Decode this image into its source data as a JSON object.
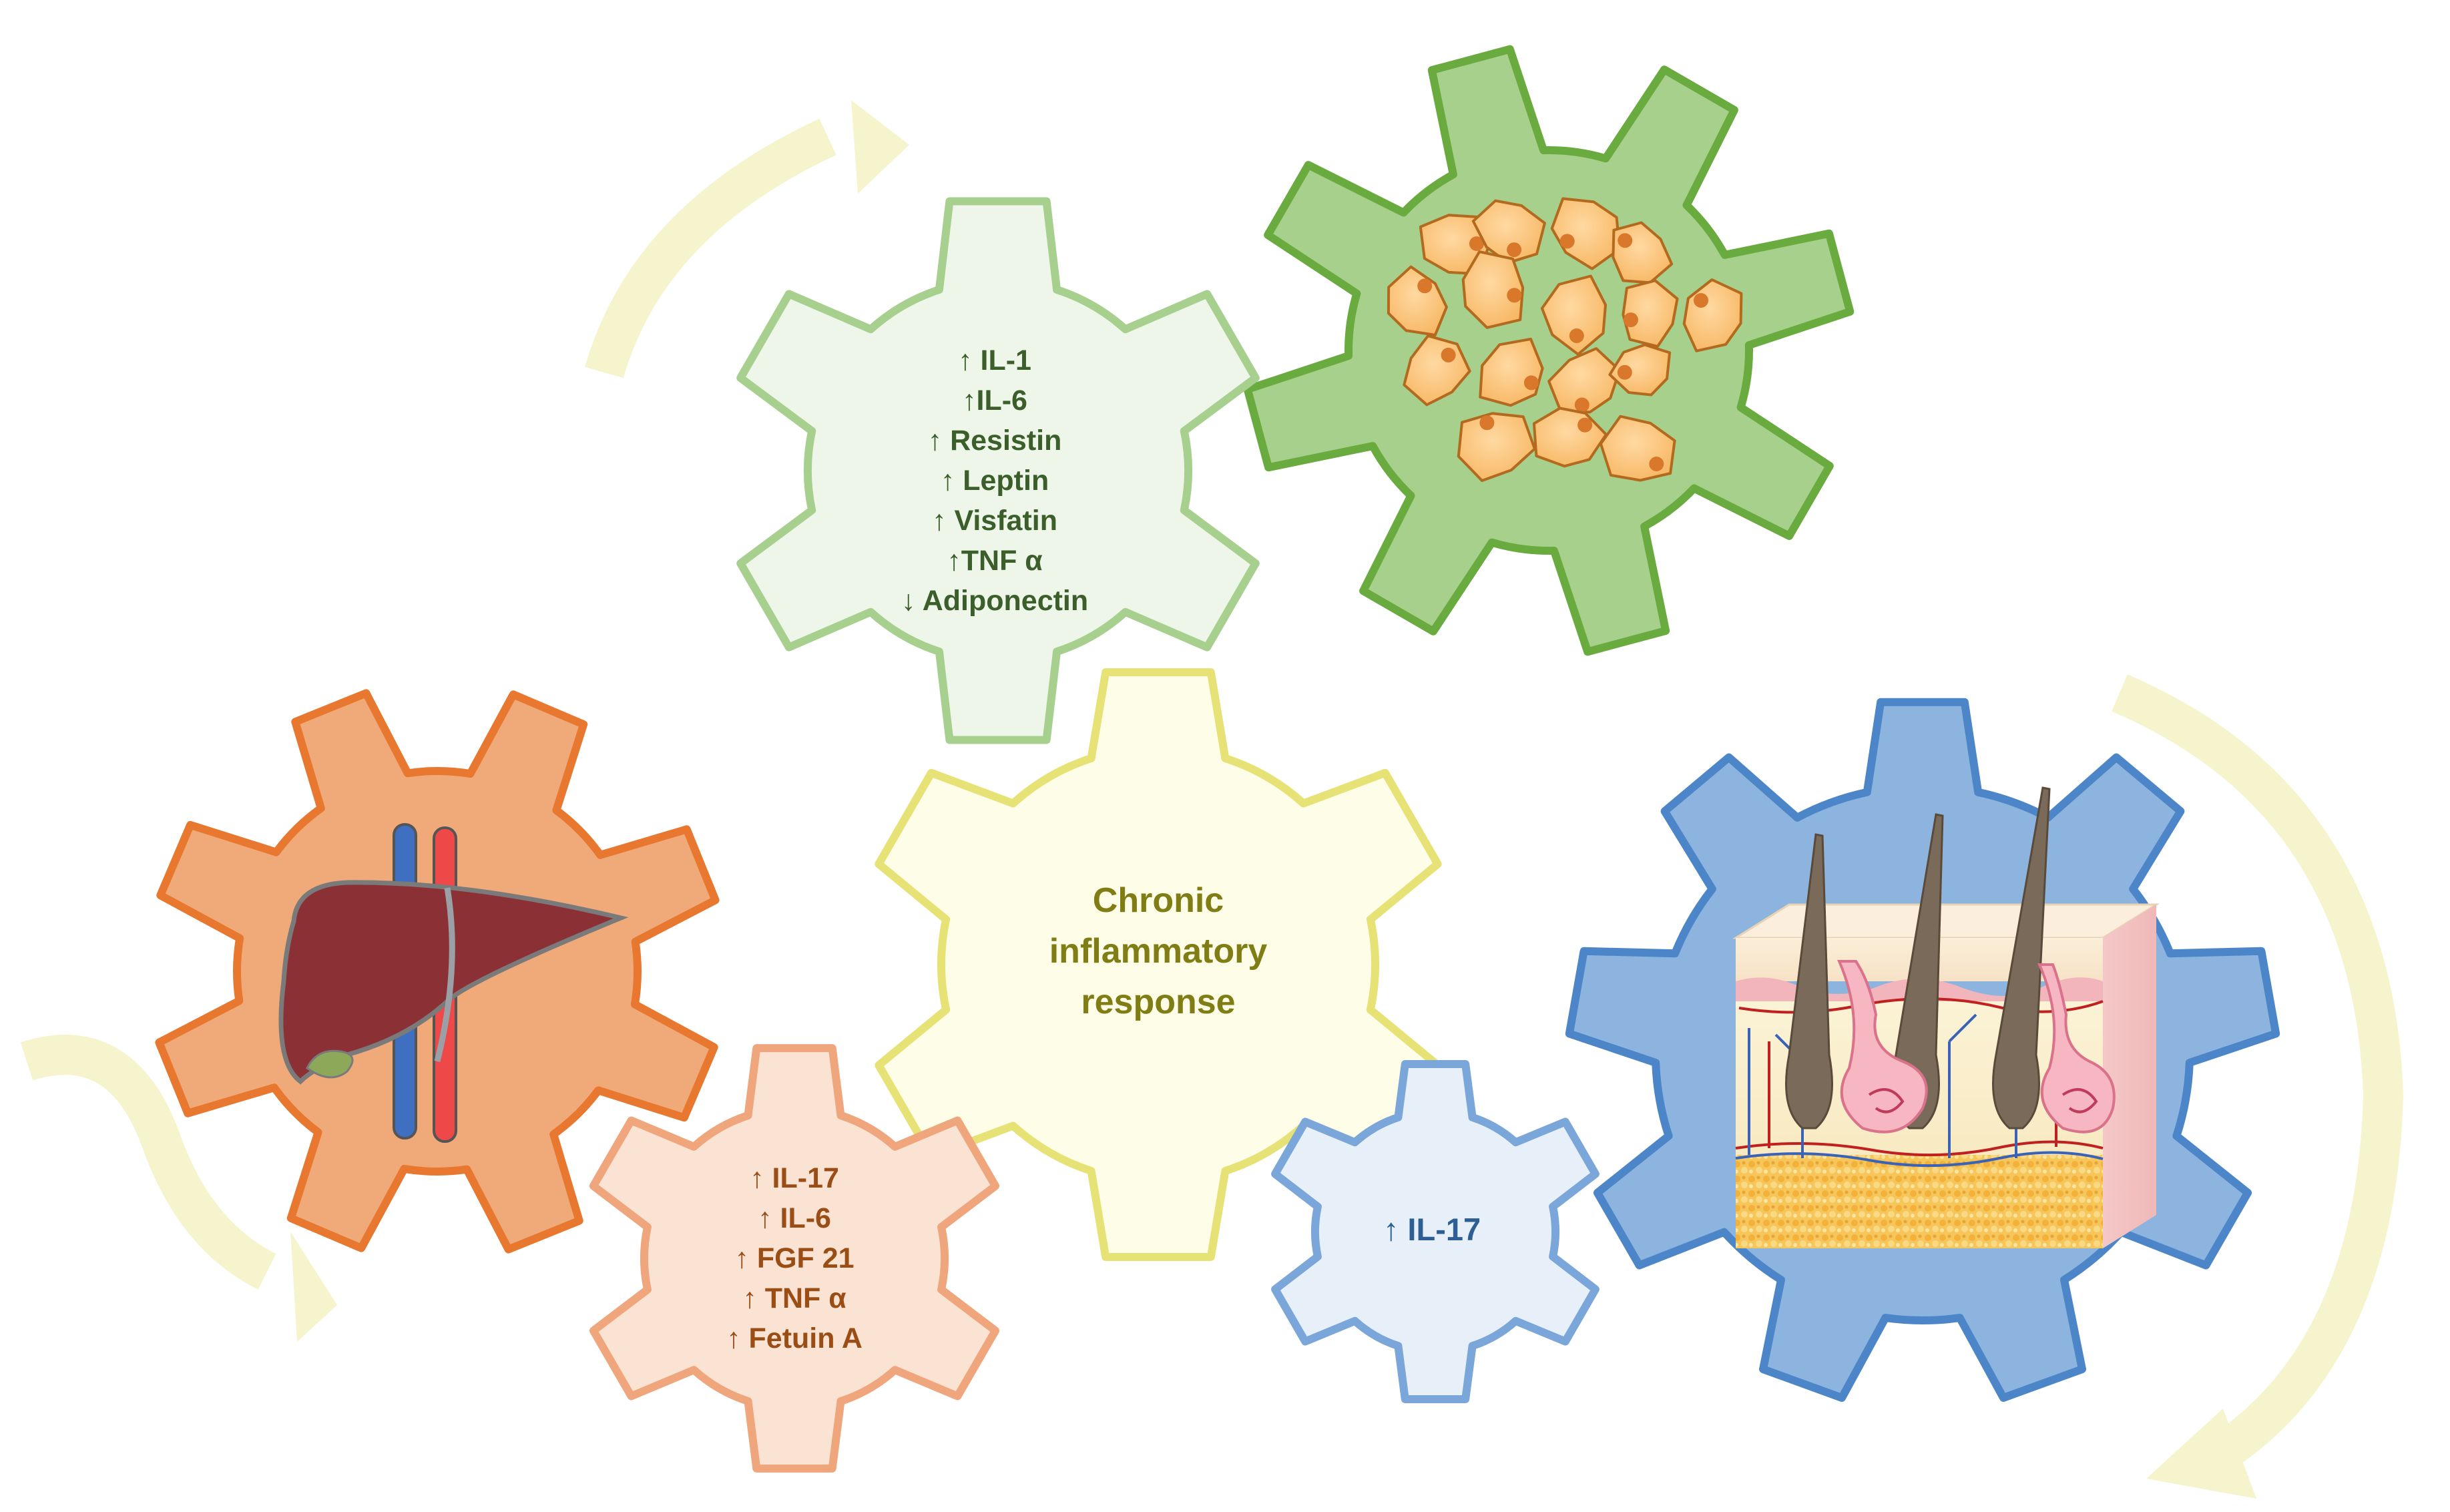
{
  "colors": {
    "arrow": "#f6f4cc",
    "adipose_gear_fill": "#a6d08b",
    "adipose_gear_stroke": "#6aab3f",
    "adipokine_gear_fill": "#eef6ea",
    "adipokine_gear_stroke": "#a7d08f",
    "liver_gear_fill": "#f0a978",
    "liver_gear_stroke": "#e8782f",
    "hepatokine_gear_fill": "#fbe3d4",
    "hepatokine_gear_stroke": "#f0a67c",
    "center_gear_fill": "#fdfde8",
    "center_gear_stroke": "#e6e276",
    "skin_gear_fill": "#8cb4df",
    "skin_gear_stroke": "#4d86c8",
    "il17_gear_fill": "#e7f0f9",
    "il17_gear_stroke": "#7aa6d9"
  },
  "adipokine_gear": {
    "lines": [
      "↑ IL-1",
      "↑IL-6",
      "↑ Resistin",
      "↑ Leptin",
      "↑ Visfatin",
      "↑TNF α",
      "↓ Adiponectin"
    ]
  },
  "center_gear": {
    "lines": [
      "Chronic",
      "inflammatory",
      "response"
    ]
  },
  "hepatokine_gear": {
    "lines": [
      "↑ IL-17",
      "↑ IL-6",
      "↑ FGF 21",
      "↑ TNF α",
      "↑ Fetuin A"
    ]
  },
  "skin_cytokine_gear": {
    "lines": [
      "↑ IL-17"
    ]
  },
  "icons": {
    "adipose": "adipose-tissue-icon",
    "liver": "liver-icon",
    "skin": "skin-cross-section-icon"
  }
}
